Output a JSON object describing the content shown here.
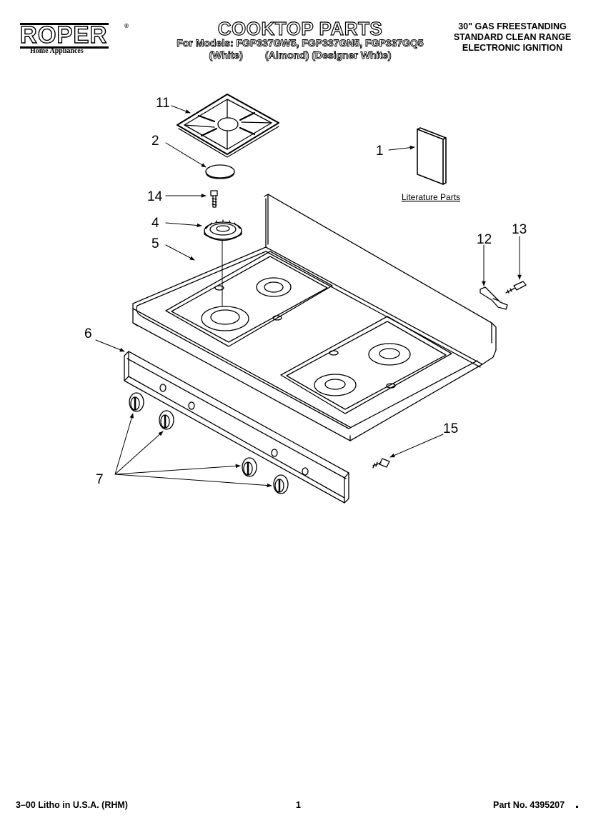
{
  "brand": {
    "name": "ROPER",
    "trademark": "®",
    "subtitle": "Home Appliances"
  },
  "header": {
    "title": "COOKTOP PARTS",
    "models_line": "For Models: FGP337GW5, FGP337GN5, FGP337GQ5",
    "colors_line": "(White)        (Almond) (Designer White)",
    "description": [
      "30\" GAS FREESTANDING",
      "STANDARD CLEAN RANGE",
      "ELECTRONIC IGNITION"
    ]
  },
  "diagram": {
    "callouts": {
      "c1": "1",
      "c2": "2",
      "c4": "4",
      "c5": "5",
      "c6": "6",
      "c7": "7",
      "c11": "11",
      "c12": "12",
      "c13": "13",
      "c14": "14",
      "c15": "15"
    },
    "literature_label": "Literature Parts",
    "colors": {
      "ink": "#000000",
      "paper": "#ffffff"
    }
  },
  "footer": {
    "print_info": "3–00 Litho in U.S.A. (RHM)",
    "page_number": "1",
    "part_number": "Part No. 4395207"
  }
}
